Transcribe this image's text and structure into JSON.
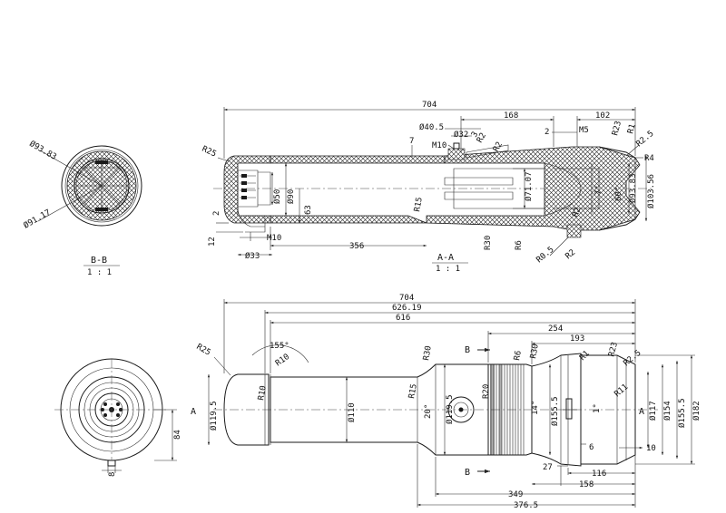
{
  "views": {
    "bb": {
      "label": "B-B",
      "scale": "1 : 1",
      "dims": [
        "Ø93.83",
        "Ø91.17"
      ]
    },
    "aa": {
      "label": "A-A",
      "scale": "1 : 1"
    },
    "elevation": {
      "section_mark_a": "A",
      "section_mark_b": "B"
    }
  },
  "top_dims": {
    "overall": "704",
    "d168": "168",
    "d102": "102",
    "phi40": "Ø40.5",
    "phi32": "Ø32",
    "m10a": "M10",
    "m10b": "M10",
    "r2a": "R2",
    "r2b": "R2",
    "three": "3",
    "two": "2",
    "m5": "M5",
    "r23": "R23",
    "r1": "R1",
    "r25": "R25",
    "r2_5": "R2.5",
    "r4": "R4",
    "seven": "7",
    "phi50": "Ø50",
    "phi90": "Ø90",
    "sixty_three": "63",
    "r15": "R15",
    "phi71": "Ø71.07",
    "seven_deg": "7°",
    "sixty_deg": "60°",
    "phi93": "Ø93.83",
    "phi103": "Ø103.56",
    "r2c": "R2",
    "r30": "R30",
    "r6": "R6",
    "r0_5": "R0.5",
    "r2d": "R2",
    "twelve": "12",
    "two_b": "2",
    "phi33": "Ø33",
    "d356": "356"
  },
  "bottom_dims": {
    "overall": "704",
    "d626": "626.19",
    "d616": "616",
    "d254": "254",
    "d193": "193",
    "r25": "R25",
    "angle155": "155°",
    "r10a": "R10",
    "r10b": "R10",
    "phi119a": "Ø119.5",
    "phi110": "Ø110",
    "r30a": "R30",
    "r15": "R15",
    "twenty_deg": "20°",
    "phi119b": "Ø119.5",
    "r20": "R20",
    "r6": "R6",
    "r30b": "R30",
    "fourteen_deg": "14°",
    "phi155a": "Ø155.5",
    "r1": "R1",
    "r23": "R23",
    "r2_5": "R2.5",
    "r11": "R11",
    "one_deg": "1°",
    "phi117": "Ø117",
    "phi154": "Ø154",
    "phi155b": "Ø155.5",
    "phi182": "Ø182",
    "six": "6",
    "ten": "10",
    "twenty_seven": "27",
    "d116": "116",
    "d158": "158",
    "d349": "349",
    "d376": "376.5",
    "eighty_four": "84",
    "eight": "8"
  }
}
